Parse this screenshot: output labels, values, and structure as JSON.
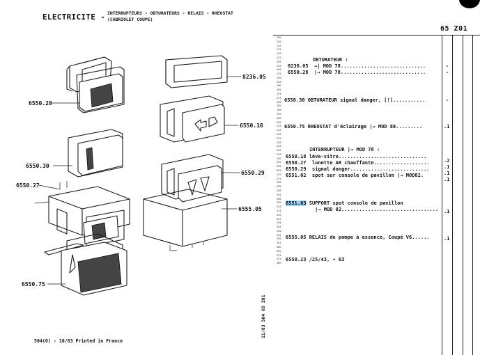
{
  "header": {
    "title": "ELECTRICITE -",
    "subtitle_line1": "INTERRUPTEURS - OBTURATEURS - RELAIS - RHEOSTAT",
    "subtitle_line2": "(CABRIOLET COUPE)",
    "page_ref": "65 Z01"
  },
  "callouts": {
    "c8236_05": "8236.05",
    "c6550_28": "6550.28",
    "c6550_18": "6550.18",
    "c6550_30": "6550.30",
    "c6550_29": "6550.29",
    "c6550_27": "6550.27",
    "c6555_05": "6555.05",
    "c6550_75": "6550.75"
  },
  "scale_numbers": [
    "100",
    "105",
    "110",
    "115",
    "120",
    "125",
    "130",
    "135",
    "140",
    "145",
    "150",
    "155",
    "160",
    "165",
    "170",
    "175",
    "180",
    "185",
    "190",
    "195",
    "200",
    "205",
    "210",
    "215",
    "220",
    "225",
    "230",
    "235",
    "240",
    "245",
    "250",
    "255",
    "260",
    "265",
    "270",
    "275",
    "280",
    "285",
    "290",
    "295",
    "300",
    "305",
    "310",
    "315",
    "320",
    "325",
    "330",
    "335",
    "340",
    "345",
    "350",
    "355",
    "360",
    "365",
    "370",
    "375",
    "380"
  ],
  "vertical_text": "11/83  504  65 Z01",
  "entries": {
    "obturateur_title": "OBTURATEUR :",
    "e8236_05": "8236.05  →| MOD 78.............................",
    "e6550_28": "6550.28  |→ MOD 78.............................",
    "e6550_30": "6550.30 OBTURATEUR signal danger, [!]...........",
    "e6550_75": "6550.75 RHEOSTAT d'éclairage |→ MOD 80.........",
    "interrupteur_title": "INTERRUPTEUR |→ MOD 78 :",
    "e6550_18": "6550.18 lève-vitre..............................",
    "e6550_27": "6550.27  lunette AR chauffante...................",
    "e6550_29": "6550.29  signal danger...........................",
    "e6551_02": "6551.02  spot sur console de pavillon |→ MOD82.",
    "e6551_03_code": "6551.03",
    "e6551_03_text": " SUPPORT spot console de pavillon",
    "e6551_03_line2": "          |→ MOD 82.................................",
    "e6555_05": "6555.05 RELAIS de pompe à essence, Coupé V6......",
    "e6550_23": "6550.23 /25/43, ➜ 63"
  },
  "quantities": {
    "q8236_05": "-",
    "q6550_28": "-",
    "q6550_30": "-",
    "q6550_75": ".1",
    "q6550_18": ".2",
    "q6550_27": ".1",
    "q6550_29": ".1",
    "q6551_02": ".1",
    "q6551_03": ".1",
    "q6555_05": ".1"
  },
  "footer": {
    "text": "504(0) - 10/83 Printed in France"
  },
  "colors": {
    "highlight": "#9ed0ef"
  }
}
